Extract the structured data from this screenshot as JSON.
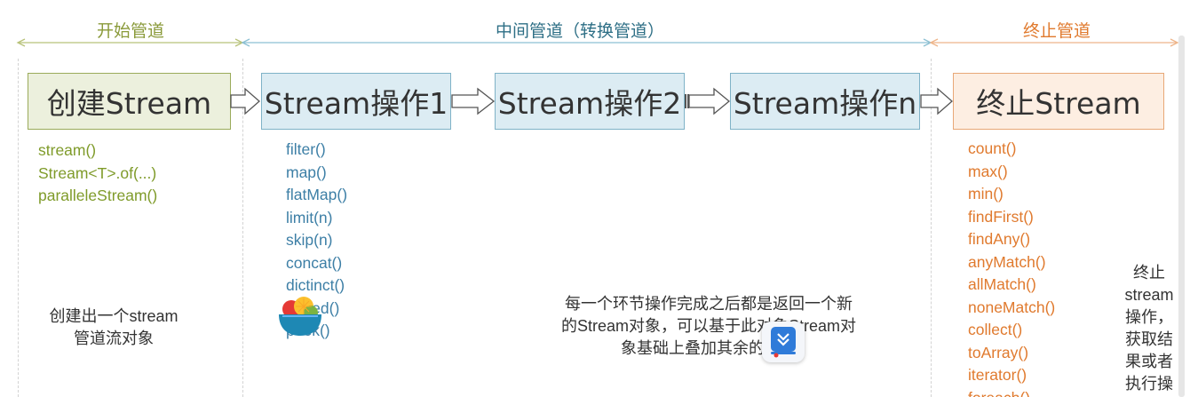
{
  "stages": {
    "start": "开始管道",
    "middle": "中间管道（转换管道）",
    "end": "终止管道"
  },
  "boxes": {
    "create": "创建Stream",
    "op1": "Stream操作1",
    "op2": "Stream操作2",
    "opn": "Stream操作n",
    "end": "终止Stream"
  },
  "create_methods": [
    "stream()",
    "Stream<T>.of(...)",
    "paralleleStream()"
  ],
  "middle_methods": [
    "filter()",
    "map()",
    "flatMap()",
    "limit(n)",
    "skip(n)",
    "concat()",
    "dictinct()",
    "sorted()",
    "peek()"
  ],
  "terminal_methods": [
    "count()",
    "max()",
    "min()",
    "findFirst()",
    "findAny()",
    "anyMatch()",
    "allMatch()",
    "noneMatch()",
    "collect()",
    "toArray()",
    "iterator()",
    "foreach()"
  ],
  "notes": {
    "create": [
      "创建出一个stream",
      "管道流对象"
    ],
    "middle": [
      "每一个环节操作完成之后都是返回一个新",
      "的Stream对象，可以基于此对象Stream对",
      "象基础上叠加其余的操作"
    ],
    "end": [
      "终止",
      "stream",
      "操作，",
      "获取结",
      "果或者",
      "执行操"
    ]
  },
  "colors": {
    "start": "#8a9a3a",
    "middle": "#2e6f86",
    "end": "#e07a2e"
  },
  "icons": [
    "fruit-bowl-icon",
    "bookmark-app-icon"
  ]
}
